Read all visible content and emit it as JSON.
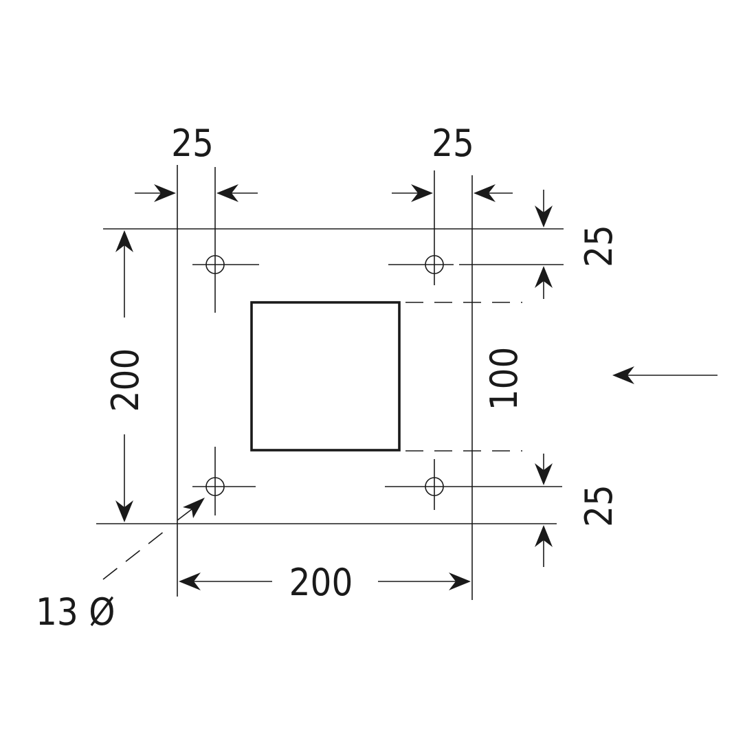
{
  "dimensions": {
    "top_left_offset": "25",
    "top_right_offset": "25",
    "right_top_offset": "25",
    "right_bottom_offset": "25",
    "left_height": "200",
    "inner_square": "100",
    "bottom_width": "200",
    "hole_diameter": "13 Ø"
  },
  "colors": {
    "line": "#1a1a1a",
    "background": "#ffffff"
  }
}
